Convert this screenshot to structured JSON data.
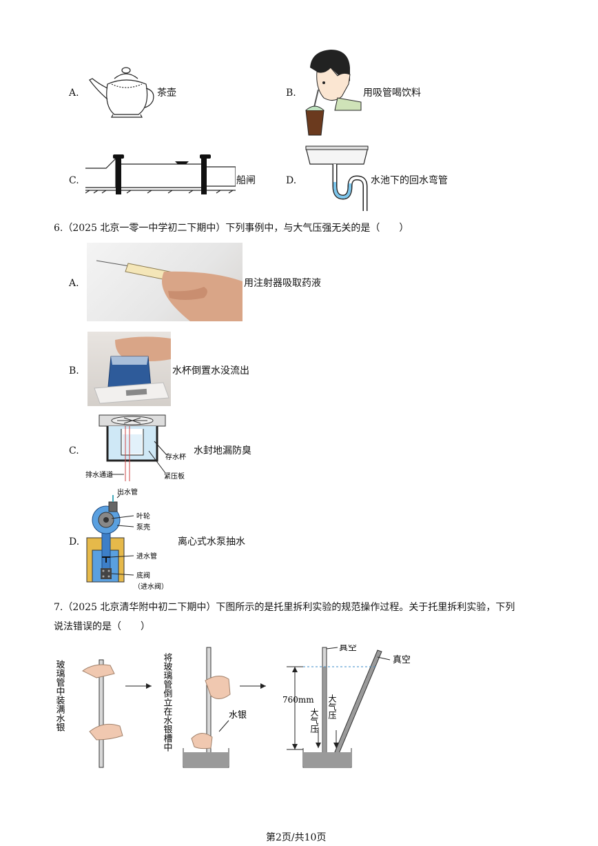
{
  "q5": {
    "options": [
      {
        "letter": "A.",
        "text": "茶壶"
      },
      {
        "letter": "B.",
        "text": "用吸管喝饮料"
      },
      {
        "letter": "C.",
        "text": "船闸"
      },
      {
        "letter": "D.",
        "text": "水池下的回水弯管"
      }
    ]
  },
  "q6": {
    "stem": "6.（2025 北京一零一中学初二下期中）下列事例中，与大气压强无关的是（　　）",
    "options": [
      {
        "letter": "A.",
        "text": "用注射器吸取药液"
      },
      {
        "letter": "B.",
        "text": "水杯倒置水没流出"
      },
      {
        "letter": "C.",
        "text": "水封地漏防臭"
      },
      {
        "letter": "D.",
        "text": "离心式水泵抽水"
      }
    ],
    "labels_c": {
      "cup": "存水杯",
      "board": "紧压板",
      "channel": "排水通道"
    },
    "labels_d": {
      "outlet": "出水管",
      "impeller": "叶轮",
      "shell": "泵壳",
      "inlet": "进水管",
      "valve": "底阀",
      "valve_sub": "（进水阀）"
    }
  },
  "q7": {
    "stem_line1": "7.（2025 北京清华附中初二下期中）下图所示的是托里拆利实验的规范操作过程。关于托里拆利实验，下列",
    "stem_line2": "说法错误的是（　　）",
    "step1": "玻璃管中装满水银",
    "step2": "将玻璃管倒立在水银槽中",
    "mercury": "水银",
    "vacuum1": "真空",
    "vacuum2": "真空",
    "height": "760mm",
    "atm1": "大气压",
    "atm2": "大气压"
  },
  "footer": "第2页/共10页"
}
